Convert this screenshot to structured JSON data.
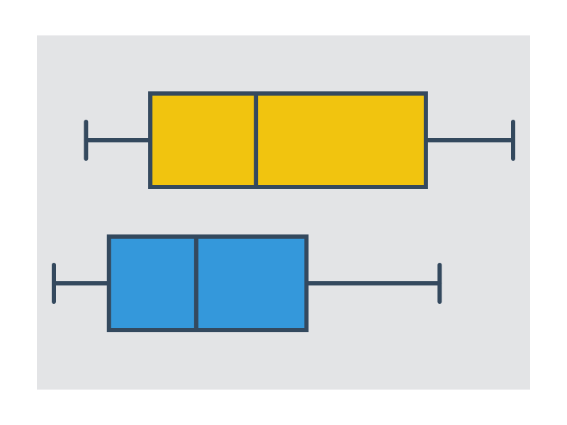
{
  "chart_data": {
    "type": "boxplot",
    "orientation": "horizontal",
    "title": "",
    "xlabel": "",
    "ylabel": "",
    "axes_visible": false,
    "grid": false,
    "legend": "none",
    "xlim": [
      0,
      100
    ],
    "series": [
      {
        "min": 7,
        "q1": 21,
        "median": 44,
        "q3": 81,
        "max": 100
      },
      {
        "min": 0,
        "q1": 12,
        "median": 31,
        "q3": 55,
        "max": 84
      }
    ]
  },
  "colors": {
    "background": "#ffffff",
    "plot_area": "#e3e4e6",
    "stroke": "#34495e",
    "series": [
      "#f1c40f",
      "#3498db"
    ]
  }
}
